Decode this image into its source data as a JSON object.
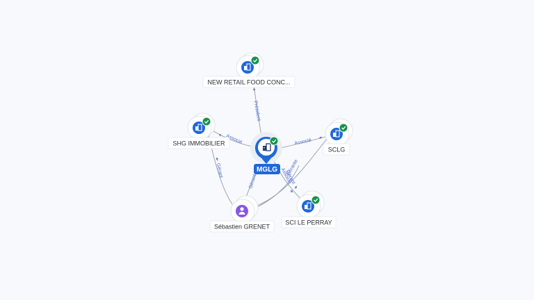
{
  "center": {
    "label": "MGLG",
    "icon": "building-icon",
    "verified": true,
    "color": "#1f68d8"
  },
  "nodes": [
    {
      "id": "new-retail",
      "label": "NEW RETAIL FOOD CONC...",
      "type": "company",
      "icon": "building-icon",
      "verified": true
    },
    {
      "id": "shg",
      "label": "SHG IMMOBILIER",
      "type": "company",
      "icon": "building-icon",
      "verified": true
    },
    {
      "id": "sclg",
      "label": "SCLG",
      "type": "company",
      "icon": "building-icon",
      "verified": true
    },
    {
      "id": "sci-perray",
      "label": "SCI LE PERRAY",
      "type": "company",
      "icon": "building-icon",
      "verified": true
    },
    {
      "id": "sebastien",
      "label": "Sébastien GRENET",
      "type": "person",
      "icon": "person-icon",
      "verified": false
    }
  ],
  "edges": [
    {
      "from": "mglg",
      "to": "new-retail",
      "label": "Président"
    },
    {
      "from": "mglg",
      "to": "shg",
      "label": "Associé"
    },
    {
      "from": "mglg",
      "to": "sclg",
      "label": "Associé"
    },
    {
      "from": "mglg",
      "to": "sci-perray",
      "label": "Associé"
    },
    {
      "from": "sebastien",
      "to": "shg",
      "label": "Gérant"
    },
    {
      "from": "sebastien",
      "to": "mglg",
      "label": "Gérant"
    },
    {
      "from": "sebastien",
      "to": "sci-perray",
      "label": "Gérant"
    },
    {
      "from": "sebastien",
      "to": "sclg",
      "label": "Gérante"
    }
  ],
  "colors": {
    "company": "#1f68d8",
    "person": "#8a55e6",
    "verified": "#16934a",
    "edge_label": "#4f6fc9"
  }
}
